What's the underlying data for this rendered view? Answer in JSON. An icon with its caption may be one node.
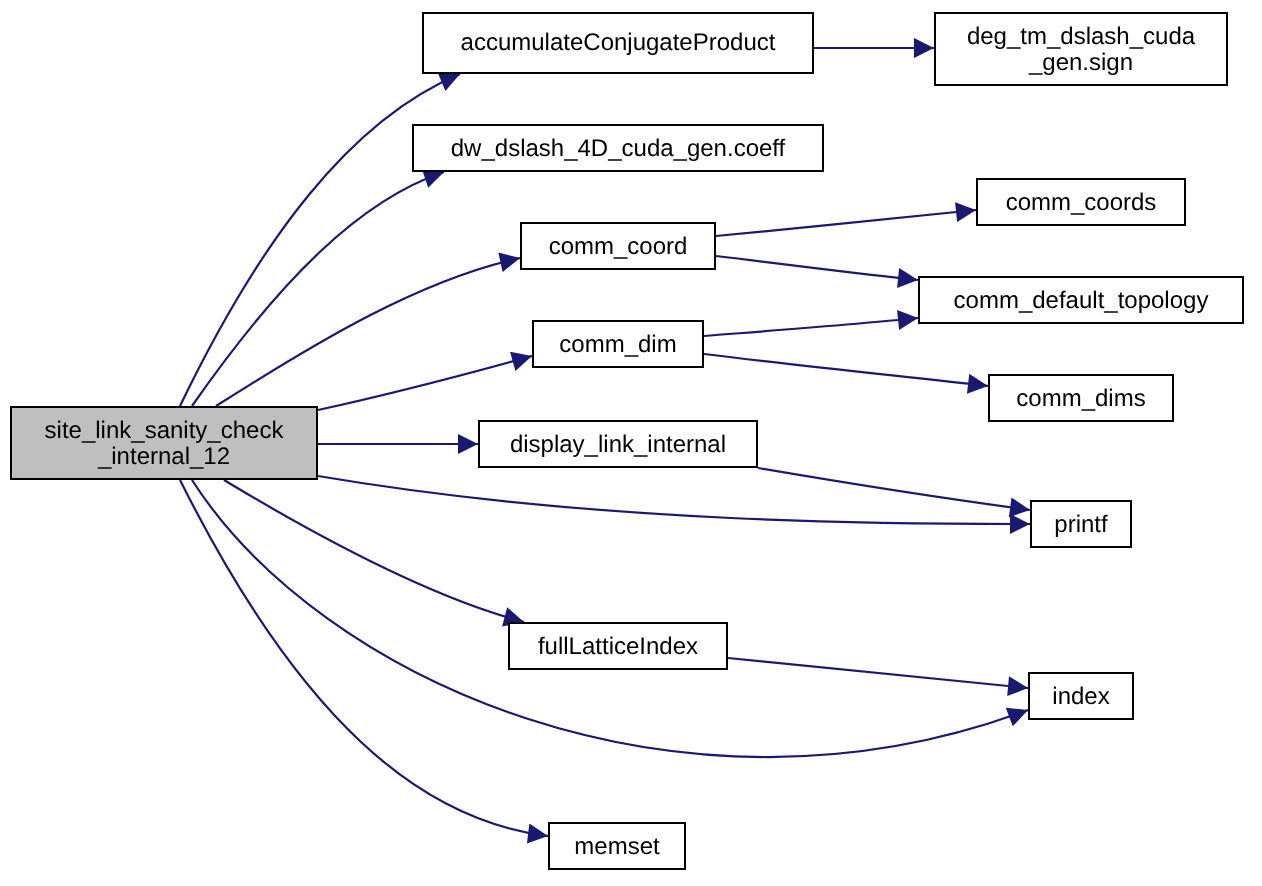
{
  "diagram": {
    "nodes": [
      {
        "text": [
          "site_link_sanity_check _internal_12"
        ]
      },
      {
        "text": [
          "accumulateConjugateProduct"
        ]
      },
      {
        "text": [
          "deg_tm_dslash_cuda _gen.sign"
        ]
      },
      {
        "text": [
          "dw_dslash_4D_cuda_gen.coeff"
        ]
      },
      {
        "text": [
          "comm_coord"
        ]
      },
      {
        "text": [
          "comm_coords"
        ]
      },
      {
        "text": [
          "comm_default_topology"
        ]
      },
      {
        "text": [
          "comm_dim"
        ]
      },
      {
        "text": [
          "comm_dims"
        ]
      },
      {
        "text": [
          "display_link_internal"
        ]
      },
      {
        "text": [
          "printf"
        ]
      },
      {
        "text": [
          "fullLatticeIndex"
        ]
      },
      {
        "text": [
          "index"
        ]
      },
      {
        "text": [
          "memset"
        ]
      }
    ],
    "edges": [
      {
        "from": 0,
        "to": 1,
        "arrow": "to"
      },
      {
        "from": 0,
        "to": 3,
        "arrow": "to"
      },
      {
        "from": 0,
        "to": 4,
        "arrow": "to"
      },
      {
        "from": 0,
        "to": 7,
        "arrow": "to"
      },
      {
        "from": 0,
        "to": 9,
        "arrow": "to"
      },
      {
        "from": 0,
        "to": 10,
        "arrow": "to"
      },
      {
        "from": 0,
        "to": 11,
        "arrow": "to"
      },
      {
        "from": 0,
        "to": 12,
        "arrow": "to"
      },
      {
        "from": 0,
        "to": 13,
        "arrow": "to"
      },
      {
        "from": 1,
        "to": 2,
        "arrow": "to"
      },
      {
        "from": 4,
        "to": 5,
        "arrow": "to"
      },
      {
        "from": 4,
        "to": 6,
        "arrow": "to"
      },
      {
        "from": 7,
        "to": 6,
        "arrow": "to"
      },
      {
        "from": 7,
        "to": 8,
        "arrow": "to"
      },
      {
        "from": 9,
        "to": 10,
        "arrow": "to"
      },
      {
        "from": 11,
        "to": 12,
        "arrow": "to"
      }
    ]
  }
}
